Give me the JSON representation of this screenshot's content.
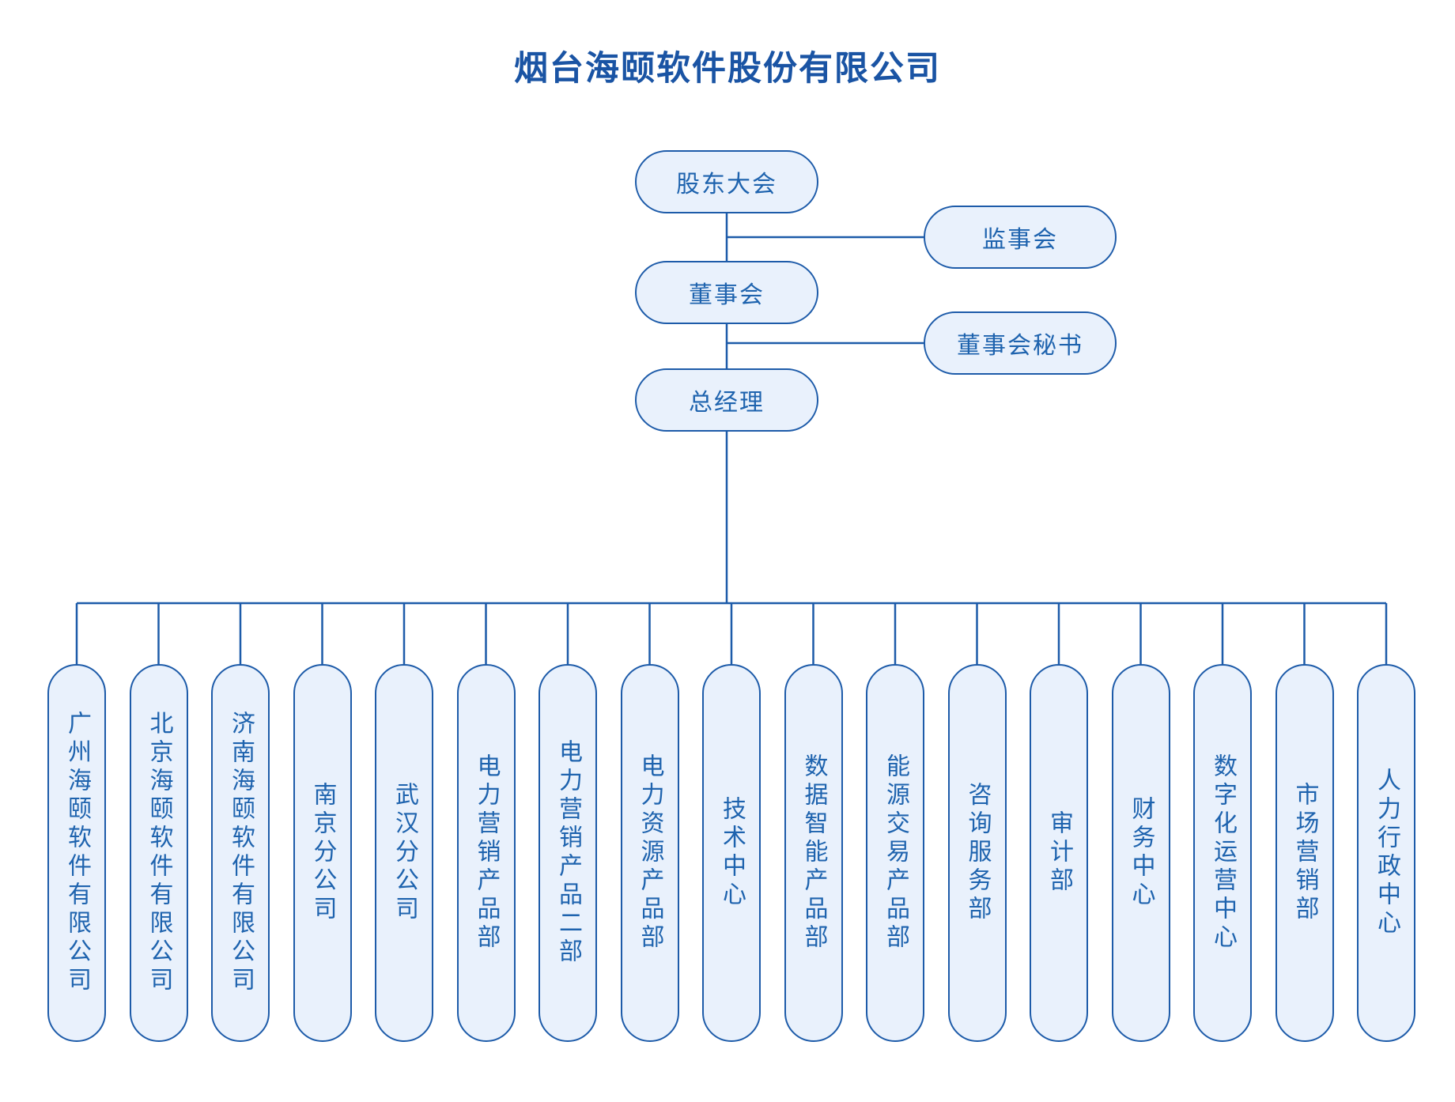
{
  "title": "烟台海颐软件股份有限公司",
  "colors": {
    "node_fill": "#e9f1fc",
    "node_border": "#1d5ba9",
    "node_text": "#1e63ae",
    "title_text": "#1a54a4",
    "connector": "#1d5ba9"
  },
  "governance": {
    "shareholders_meeting": "股东大会",
    "board_of_directors": "董事会",
    "general_manager": "总经理",
    "supervisory_board": "监事会",
    "board_secretary": "董事会秘书"
  },
  "departments": [
    "广州海颐软件有限公司",
    "北京海颐软件有限公司",
    "济南海颐软件有限公司",
    "南京分公司",
    "武汉分公司",
    "电力营销产品部",
    "电力营销产品二部",
    "电力资源产品部",
    "技术中心",
    "数据智能产品部",
    "能源交易产品部",
    "咨询服务部",
    "审计部",
    "财务中心",
    "数字化运营中心",
    "市场营销部",
    "人力行政中心"
  ]
}
